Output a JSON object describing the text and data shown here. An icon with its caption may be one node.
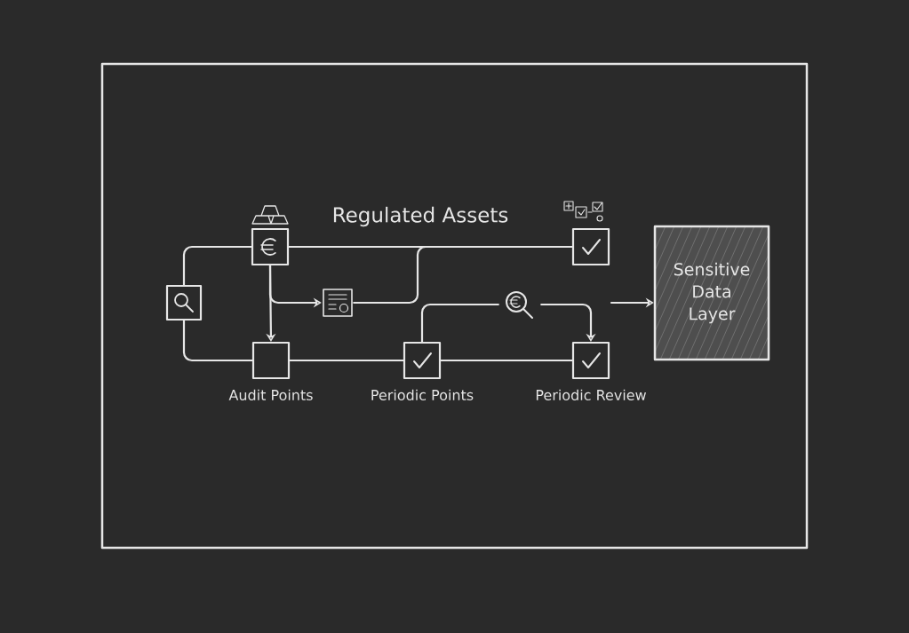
{
  "diagram": {
    "title": "Regulated Assets",
    "nodes": [
      {
        "text": [],
        "shape": "box"
      },
      {
        "text": [],
        "shape": "box"
      },
      {
        "text": [],
        "shape": "box"
      },
      {
        "text": [],
        "shape": "picture"
      },
      {
        "text": [],
        "shape": "picture"
      },
      {
        "text": [
          "Sensitive Data Layer"
        ]
      },
      {
        "text": [
          "Audit Points"
        ]
      },
      {
        "text": [
          "Periodic Points"
        ]
      },
      {
        "text": [
          "Periodic Review"
        ]
      }
    ],
    "edges": [
      {
        "from": 2,
        "to": 0,
        "arrow": "none"
      },
      {
        "from": 2,
        "to": 6,
        "arrow": "none"
      },
      {
        "from": 0,
        "to": 1,
        "arrow": "none"
      },
      {
        "from": 0,
        "to": 6,
        "arrow": "to"
      },
      {
        "from": 0,
        "to": 3,
        "arrow": "to"
      },
      {
        "from": 3,
        "to": 1,
        "arrow": "none"
      },
      {
        "from": 6,
        "to": 7,
        "arrow": "none"
      },
      {
        "from": 7,
        "to": 8,
        "arrow": "none"
      },
      {
        "from": 7,
        "to": 4,
        "arrow": "none"
      },
      {
        "from": 4,
        "to": 8,
        "arrow": "to"
      },
      {
        "from": null,
        "to": 5,
        "arrow": "to"
      }
    ]
  }
}
